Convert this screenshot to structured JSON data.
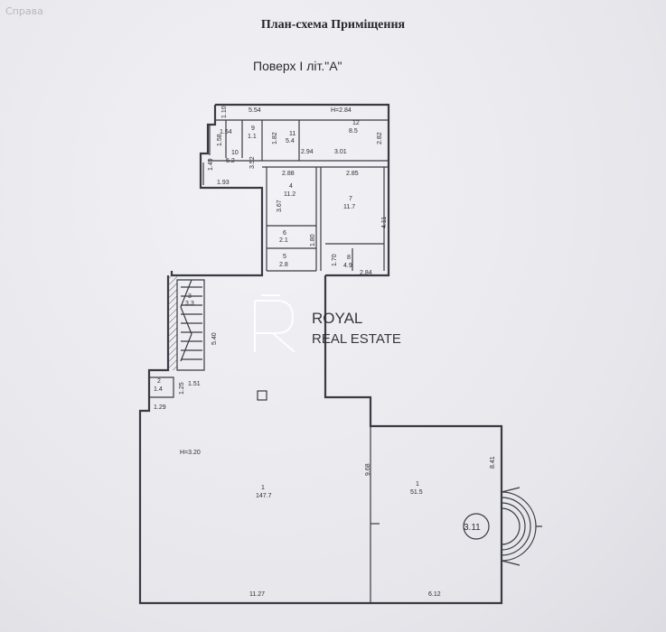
{
  "header": {
    "corner_mark": "Справа",
    "title": "План-схема Приміщення",
    "floor_label": "Поверх I літ.\"А\""
  },
  "watermark": {
    "letter": "R",
    "line1": "ROYAL",
    "line2": "REAL ESTATE",
    "color": "#ffffff"
  },
  "rooms": [
    {
      "id": "1",
      "area": "147.7"
    },
    {
      "id": "1",
      "area": "51.5"
    },
    {
      "id": "2",
      "area": "1.4"
    },
    {
      "id": "3",
      "area": "3.3"
    },
    {
      "id": "4",
      "area": "11.2"
    },
    {
      "id": "5",
      "area": "2.8"
    },
    {
      "id": "6",
      "area": "2.1"
    },
    {
      "id": "7",
      "area": "11.7"
    },
    {
      "id": "8",
      "area": "4.9"
    },
    {
      "id": "9",
      "area": "1.1"
    },
    {
      "id": "10",
      "area": "5.2"
    },
    {
      "id": "11",
      "area": "5.4"
    },
    {
      "id": "12",
      "area": "8.5"
    }
  ],
  "dimensions": {
    "d_1_10": "1.10",
    "d_5_54": "5.54",
    "d_h284": "H=2.84",
    "d_1_54": "1.54",
    "d_1_58": "1.58",
    "d_1_82": "1.82",
    "d_2_94": "2.94",
    "d_3_01": "3.01",
    "d_2_82": "2.82",
    "d_1_49": "1.49",
    "d_3_52": "3.52",
    "d_1_93": "1.93",
    "d_2_88": "2.88",
    "d_2_85": "2.85",
    "d_3_67": "3.67",
    "d_4_11": "4.11",
    "d_1_80": "1.80",
    "d_1_70": "1.70",
    "d_2_84": "2.84",
    "d_5_40": "5.40",
    "d_1_51": "1.51",
    "d_1_25": "1.25",
    "d_1_29": "1.29",
    "d_h320": "H=3.20",
    "d_9_68": "9.68",
    "d_8_41": "8.41",
    "d_11_27": "11.27",
    "d_6_12": "6.12",
    "d_3_11": "3.11"
  },
  "colors": {
    "paper": "#ececf0",
    "line": "#3a3a44",
    "watermark": "#ffffff"
  }
}
